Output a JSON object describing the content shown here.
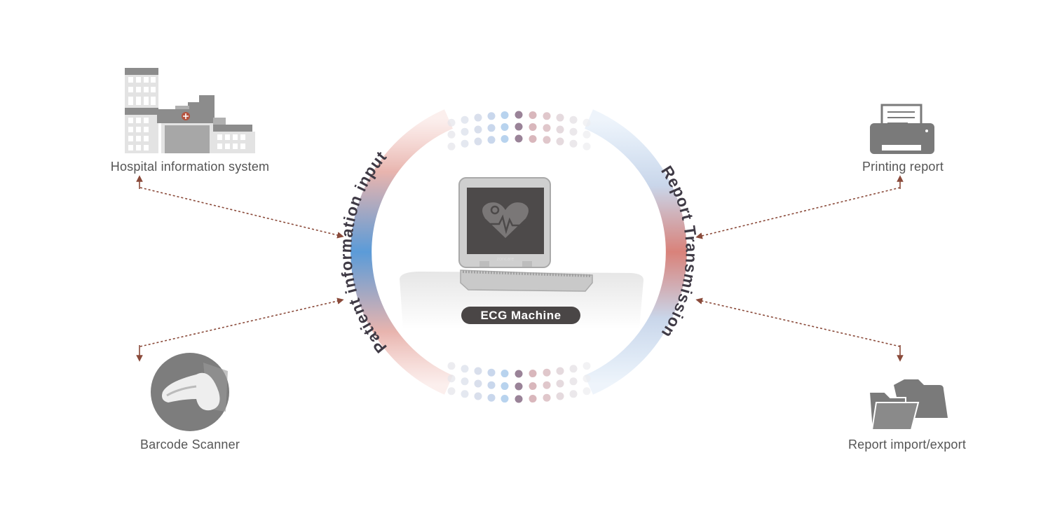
{
  "center": {
    "device_label": "ECG Machine",
    "brand": "zoncare",
    "left_arc_text": "Patient information input",
    "right_arc_text": "Report Transmission"
  },
  "nodes": [
    {
      "label": "Hospital information system",
      "icon": "hospital-icon"
    },
    {
      "label": "Barcode Scanner",
      "icon": "barcode-scanner-icon"
    },
    {
      "label": "Printing report",
      "icon": "printer-icon"
    },
    {
      "label": "Report import/export",
      "icon": "folders-icon"
    }
  ],
  "colors": {
    "arrow": "#8a4a3a",
    "icon_gray": "#7a7a7a",
    "ring_blue": "#5b9bd8",
    "ring_red": "#d9827a",
    "badge": "#4a4646"
  }
}
